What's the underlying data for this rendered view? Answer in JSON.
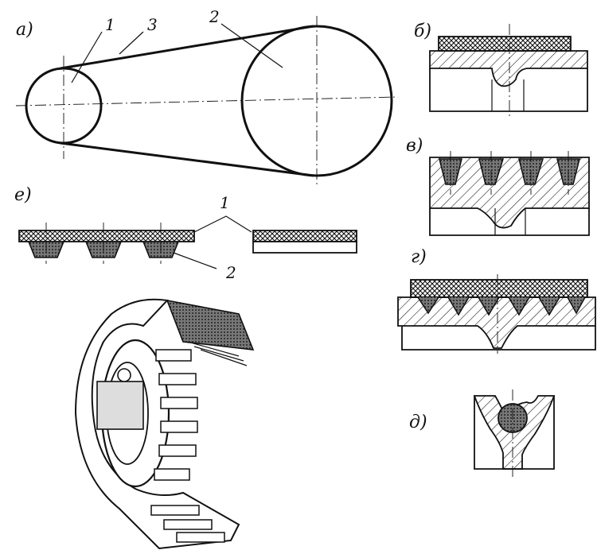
{
  "labels": {
    "a": "а)",
    "b": "б)",
    "v": "в)",
    "g": "г)",
    "d": "д)",
    "e": "е)"
  },
  "numbers": {
    "n1_a": "1",
    "n2_a": "2",
    "n3_a": "3",
    "n1_e": "1",
    "n2_e": "2"
  },
  "colors": {
    "ink": "#111111",
    "paper": "#ffffff"
  }
}
